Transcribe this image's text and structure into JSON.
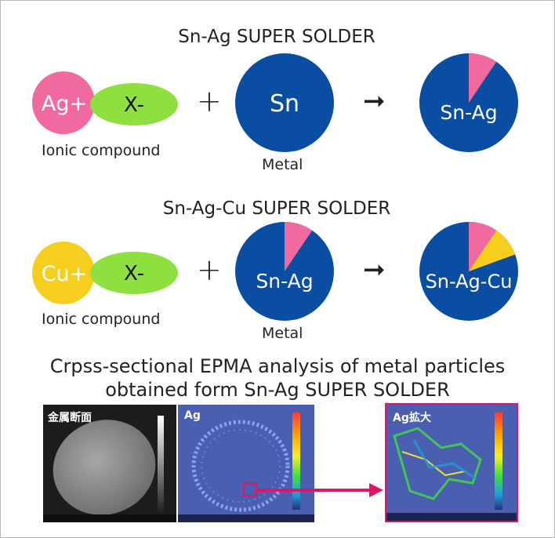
{
  "sections": [
    {
      "title": "Sn-Ag SUPER SOLDER",
      "cation": "Ag+",
      "anion": "X-",
      "compound_label": "Ionic compound",
      "metal_ball": "Sn",
      "metal_label": "Metal",
      "product": "Sn-Ag",
      "operator_plus": "+",
      "operator_arrow": "➞"
    },
    {
      "title": "Sn-Ag-Cu SUPER SOLDER",
      "cation": "Cu+",
      "anion": "X-",
      "compound_label": "Ionic compound",
      "metal_ball": "Sn-Ag",
      "metal_label": "Metal",
      "product": "Sn-Ag-Cu",
      "operator_plus": "+",
      "operator_arrow": "➞"
    }
  ],
  "epma": {
    "caption_line1": "Crpss-sectional EPMA analysis of metal particles",
    "caption_line2": "obtained form Sn-Ag SUPER SOLDER",
    "panel1_label": "金属断面",
    "panel2_label": "Ag",
    "panel3_label": "Ag拡大"
  },
  "colors": {
    "tin_blue": "#0a4ea3",
    "silver_pink": "#f06aa0",
    "copper_yellow": "#f6cf1e",
    "anion_green": "#8de03d",
    "magenta_frame": "#e0156a"
  }
}
